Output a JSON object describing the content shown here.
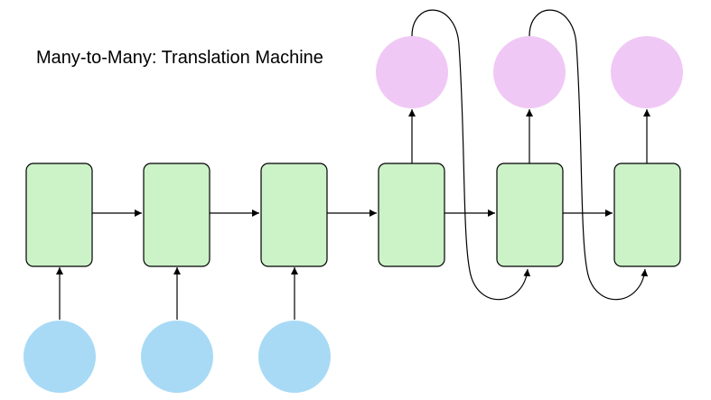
{
  "title": "Many-to-Many: Translation Machine",
  "colors": {
    "cell_fill": "#ccf2c8",
    "input_fill": "#a8daf5",
    "output_fill": "#f0c8f5",
    "stroke": "#000000"
  },
  "diagram": {
    "cells": 6,
    "inputs_at_cells": [
      1,
      2,
      3
    ],
    "outputs_at_cells": [
      4,
      5,
      6
    ],
    "feedback_loops": [
      {
        "from_output": 4,
        "to_cell": 5
      },
      {
        "from_output": 5,
        "to_cell": 6
      }
    ]
  }
}
